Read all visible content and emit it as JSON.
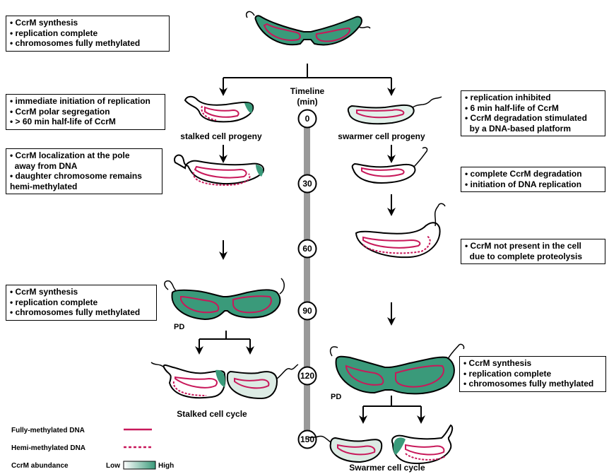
{
  "timeline": {
    "title_line1": "Timeline",
    "title_line2": "(min)",
    "ticks": [
      "0",
      "30",
      "60",
      "90",
      "120",
      "150"
    ]
  },
  "boxes": {
    "top_left": [
      "• CcrM synthesis",
      "• replication complete",
      "• chromosomes fully methylated"
    ],
    "stalked_1": [
      "• immediate initiation of replication",
      "• CcrM polar segregation",
      "• > 60 min half-life of CcrM"
    ],
    "stalked_2": [
      "• CcrM localization at the pole",
      "  away from DNA",
      "• daughter chromosome remains",
      "hemi-methylated"
    ],
    "stalked_3": [
      "• CcrM synthesis",
      "• replication complete",
      "• chromosomes fully methylated"
    ],
    "swarmer_1": [
      "• replication inhibited",
      "• 6 min half-life of CcrM",
      "• CcrM degradation stimulated",
      "  by a DNA-based platform"
    ],
    "swarmer_2": [
      "• complete CcrM degradation",
      "• initiation of DNA replication"
    ],
    "swarmer_3": [
      "• CcrM not present in the cell",
      "  due to complete proteolysis"
    ],
    "swarmer_4": [
      "• CcrM synthesis",
      "• replication complete",
      "• chromosomes fully methylated"
    ]
  },
  "labels": {
    "stalked_progeny": "stalked cell progeny",
    "swarmer_progeny": "swarmer cell progeny",
    "pd_left": "PD",
    "pd_right": "PD",
    "stalked_cycle": "Stalked cell cycle",
    "swarmer_cycle": "Swarmer cell cycle"
  },
  "legend": {
    "fully": "Fully-methylated DNA",
    "hemi": "Hemi-methylated DNA",
    "abundance": "CcrM abundance",
    "low": "Low",
    "high": "High"
  },
  "colors": {
    "ccrm_high": "#3a9a7a",
    "ccrm_low": "#eef6f2",
    "dna": "#c8185a",
    "timeline_bar": "#999999"
  }
}
